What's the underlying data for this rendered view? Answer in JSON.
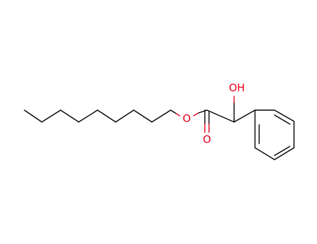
{
  "molecule": {
    "atom_labels": {
      "ester_oxygen": "O",
      "carbonyl_oxygen": "O",
      "hydroxyl": "OH"
    },
    "colors": {
      "bond": "#000000",
      "heteroatom": "#e8001c",
      "background": "#ffffff"
    }
  }
}
